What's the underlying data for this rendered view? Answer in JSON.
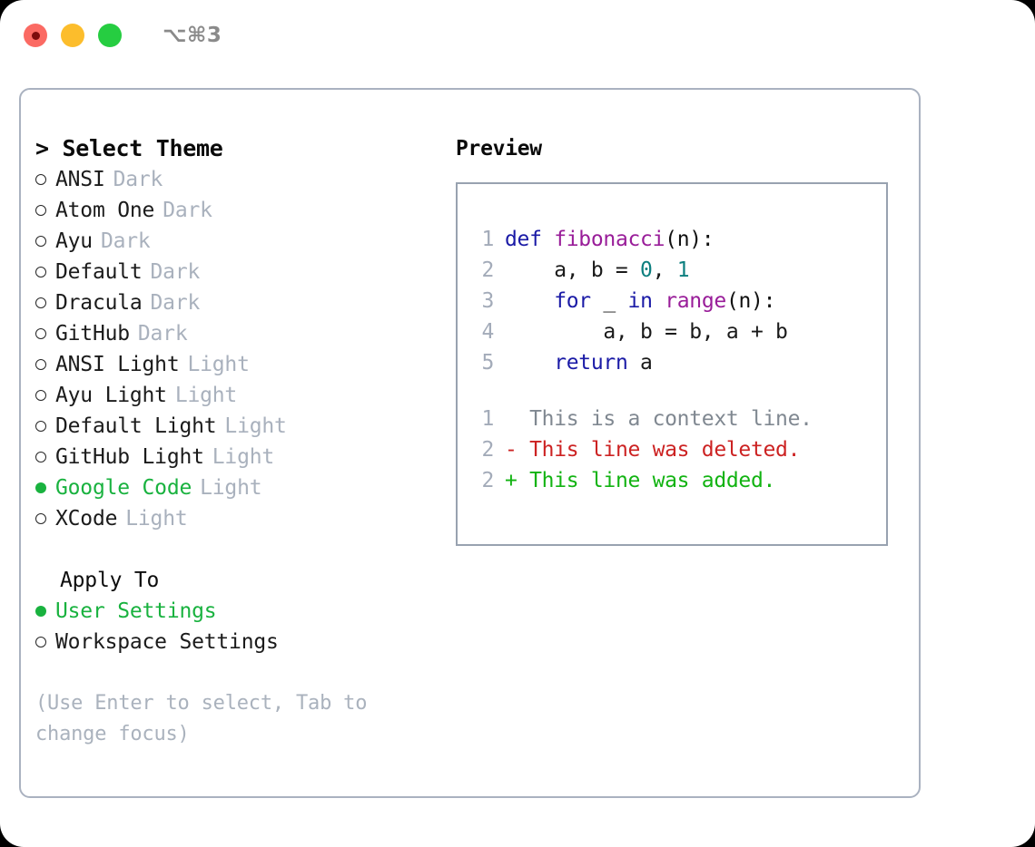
{
  "window": {
    "shortcut": "⌥⌘3",
    "traffic_lights": [
      {
        "name": "close-button",
        "color": "#fb6a63"
      },
      {
        "name": "minimize-button",
        "color": "#fcbd2c"
      },
      {
        "name": "maximize-button",
        "color": "#26cd41"
      }
    ]
  },
  "colors": {
    "accent_selected": "#19b23f",
    "muted": "#a9b1bd",
    "panel_border": "#aab2c0",
    "preview_border": "#98a2b0",
    "keyword": "#1a1aa6",
    "function": "#991d99",
    "number": "#0d7f7f",
    "diff_context": "#808891",
    "diff_deleted": "#cc2222",
    "diff_added": "#12b312"
  },
  "theme_picker": {
    "header": "> Select Theme",
    "items": [
      {
        "name": "ANSI",
        "variant": "Dark",
        "selected": false,
        "bullet": "○"
      },
      {
        "name": "Atom One",
        "variant": "Dark",
        "selected": false,
        "bullet": "○"
      },
      {
        "name": "Ayu",
        "variant": "Dark",
        "selected": false,
        "bullet": "○"
      },
      {
        "name": "Default",
        "variant": "Dark",
        "selected": false,
        "bullet": "○"
      },
      {
        "name": "Dracula",
        "variant": "Dark",
        "selected": false,
        "bullet": "○"
      },
      {
        "name": "GitHub",
        "variant": "Dark",
        "selected": false,
        "bullet": "○"
      },
      {
        "name": "ANSI Light",
        "variant": "Light",
        "selected": false,
        "bullet": "○"
      },
      {
        "name": "Ayu Light",
        "variant": "Light",
        "selected": false,
        "bullet": "○"
      },
      {
        "name": "Default Light",
        "variant": "Light",
        "selected": false,
        "bullet": "○"
      },
      {
        "name": "GitHub Light",
        "variant": "Light",
        "selected": false,
        "bullet": "○"
      },
      {
        "name": "Google Code",
        "variant": "Light",
        "selected": true,
        "bullet": "●"
      },
      {
        "name": "XCode",
        "variant": "Light",
        "selected": false,
        "bullet": "○"
      }
    ]
  },
  "apply_to": {
    "header": "Apply To",
    "options": [
      {
        "label": "User Settings",
        "selected": true
      },
      {
        "label": "Workspace Settings",
        "selected": false
      }
    ]
  },
  "hint": "(Use Enter to select, Tab to change focus)",
  "preview": {
    "title": "Preview",
    "code_lines": [
      {
        "no": "1",
        "tokens": [
          {
            "t": "def ",
            "k": "kw"
          },
          {
            "t": "fibonacci",
            "k": "fn"
          },
          {
            "t": "(n):",
            "k": "punc"
          }
        ]
      },
      {
        "no": "2",
        "tokens": [
          {
            "t": "    a, b = ",
            "k": "plain"
          },
          {
            "t": "0",
            "k": "num"
          },
          {
            "t": ", ",
            "k": "plain"
          },
          {
            "t": "1",
            "k": "num"
          }
        ]
      },
      {
        "no": "3",
        "tokens": [
          {
            "t": "    ",
            "k": "plain"
          },
          {
            "t": "for",
            "k": "kw"
          },
          {
            "t": " _ ",
            "k": "plain"
          },
          {
            "t": "in",
            "k": "kw"
          },
          {
            "t": " ",
            "k": "plain"
          },
          {
            "t": "range",
            "k": "fn"
          },
          {
            "t": "(n):",
            "k": "punc"
          }
        ]
      },
      {
        "no": "4",
        "tokens": [
          {
            "t": "        a, b = b, a + b",
            "k": "plain"
          }
        ]
      },
      {
        "no": "5",
        "tokens": [
          {
            "t": "    ",
            "k": "plain"
          },
          {
            "t": "return",
            "k": "kw"
          },
          {
            "t": " a",
            "k": "plain"
          }
        ]
      }
    ],
    "diff_lines": [
      {
        "no": "1",
        "marker": "  ",
        "text": "This is a context line.",
        "kind": "context"
      },
      {
        "no": "2",
        "marker": "- ",
        "text": "This line was deleted.",
        "kind": "deleted"
      },
      {
        "no": "2",
        "marker": "+ ",
        "text": "This line was added.",
        "kind": "added"
      }
    ]
  }
}
